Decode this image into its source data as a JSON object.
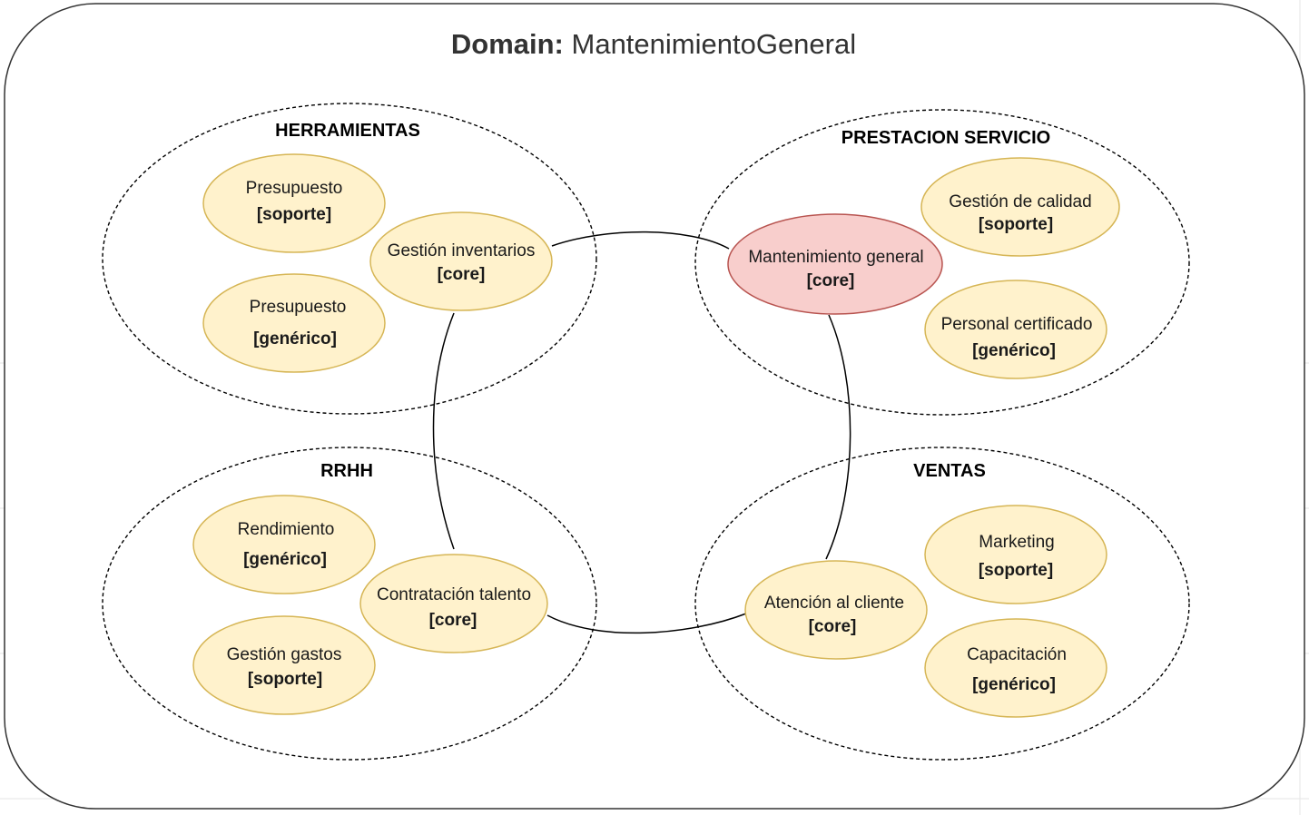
{
  "domain": {
    "label": "Domain:",
    "name": "MantenimientoGeneral"
  },
  "colors": {
    "context_fill": "#fff2cc",
    "context_stroke": "#d6b656",
    "core_highlight_fill": "#f8cecc",
    "core_highlight_stroke": "#b85450"
  },
  "subdomains": [
    {
      "id": "herramientas",
      "title": "HERRAMIENTAS",
      "contexts": [
        {
          "id": "presupuesto-soporte",
          "name": "Presupuesto",
          "tag": "[soporte]",
          "highlight": false
        },
        {
          "id": "presupuesto-generico",
          "name": "Presupuesto",
          "tag": "[genérico]",
          "highlight": false
        },
        {
          "id": "gestion-inventarios",
          "name": "Gestión inventarios",
          "tag": "[core]",
          "highlight": false
        }
      ]
    },
    {
      "id": "prestacion-servicio",
      "title": "PRESTACION SERVICIO",
      "contexts": [
        {
          "id": "mantenimiento-general",
          "name": "Mantenimiento general",
          "tag": "[core]",
          "highlight": true
        },
        {
          "id": "gestion-calidad",
          "name": "Gestión de calidad",
          "tag": "[soporte]",
          "highlight": false
        },
        {
          "id": "personal-certificado",
          "name": "Personal certificado",
          "tag": "[genérico]",
          "highlight": false
        }
      ]
    },
    {
      "id": "rrhh",
      "title": "RRHH",
      "contexts": [
        {
          "id": "rendimiento",
          "name": "Rendimiento",
          "tag": "[genérico]",
          "highlight": false
        },
        {
          "id": "gestion-gastos",
          "name": "Gestión gastos",
          "tag": "[soporte]",
          "highlight": false
        },
        {
          "id": "contratacion-talento",
          "name": "Contratación talento",
          "tag": "[core]",
          "highlight": false
        }
      ]
    },
    {
      "id": "ventas",
      "title": "VENTAS",
      "contexts": [
        {
          "id": "marketing",
          "name": "Marketing",
          "tag": "[soporte]",
          "highlight": false
        },
        {
          "id": "capacitacion",
          "name": "Capacitación",
          "tag": "[genérico]",
          "highlight": false
        },
        {
          "id": "atencion-cliente",
          "name": "Atención al cliente",
          "tag": "[core]",
          "highlight": false
        }
      ]
    }
  ],
  "connections": [
    {
      "from": "gestion-inventarios",
      "to": "mantenimiento-general"
    },
    {
      "from": "mantenimiento-general",
      "to": "atencion-cliente"
    },
    {
      "from": "atencion-cliente",
      "to": "contratacion-talento"
    },
    {
      "from": "contratacion-talento",
      "to": "gestion-inventarios"
    }
  ]
}
